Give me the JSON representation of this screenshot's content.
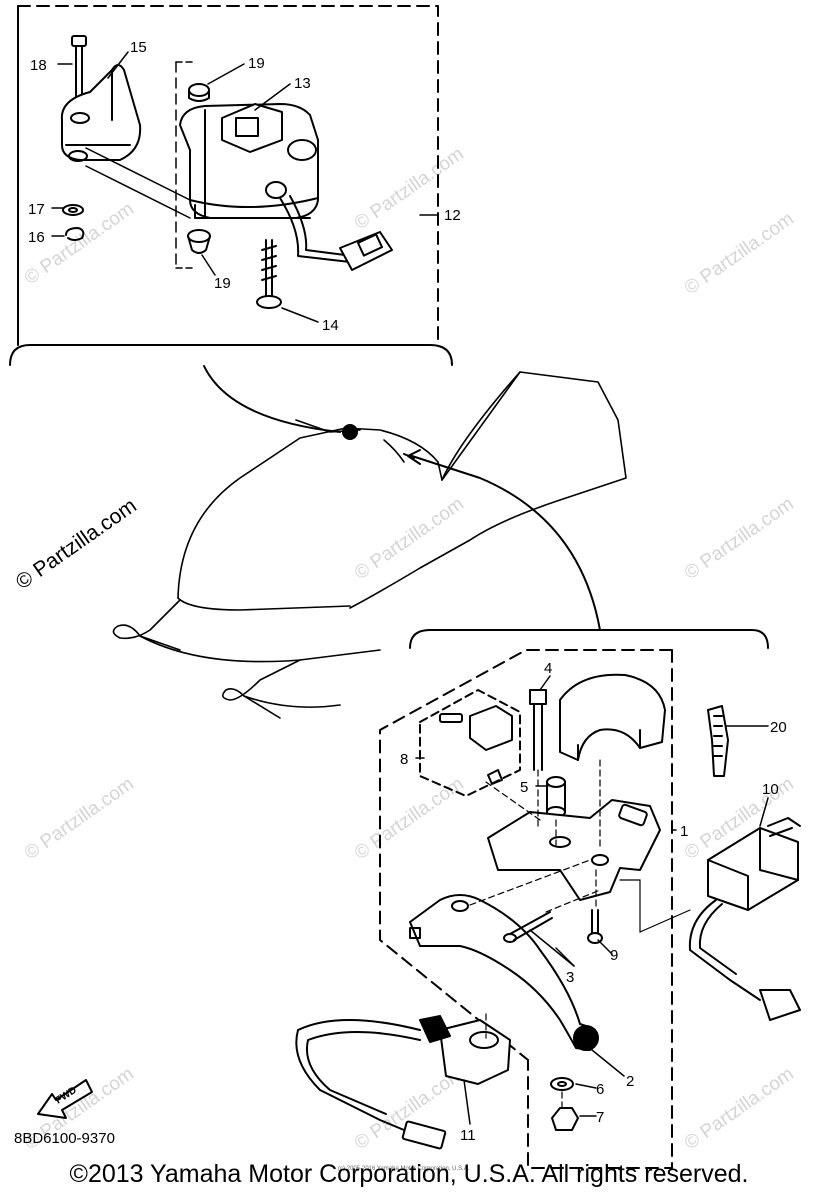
{
  "callouts": {
    "c1": "1",
    "c2": "2",
    "c3": "3",
    "c4": "4",
    "c5": "5",
    "c6": "6",
    "c7": "7",
    "c8": "8",
    "c9": "9",
    "c10": "10",
    "c11": "11",
    "c12": "12",
    "c13": "13",
    "c14": "14",
    "c15": "15",
    "c16": "16",
    "c17": "17",
    "c18": "18",
    "c19a": "19",
    "c19b": "19",
    "c20": "20"
  },
  "fwd_label": "FWD",
  "part_code": "8BD6100-9370",
  "watermark": {
    "text": "© Partzilla.com",
    "small_notice": "(c) 2005-2016 Yamaha Motor Corporation, U.S.A."
  },
  "copyright": "©2013 Yamaha Motor Corporation, U.S.A. All rights reserved."
}
